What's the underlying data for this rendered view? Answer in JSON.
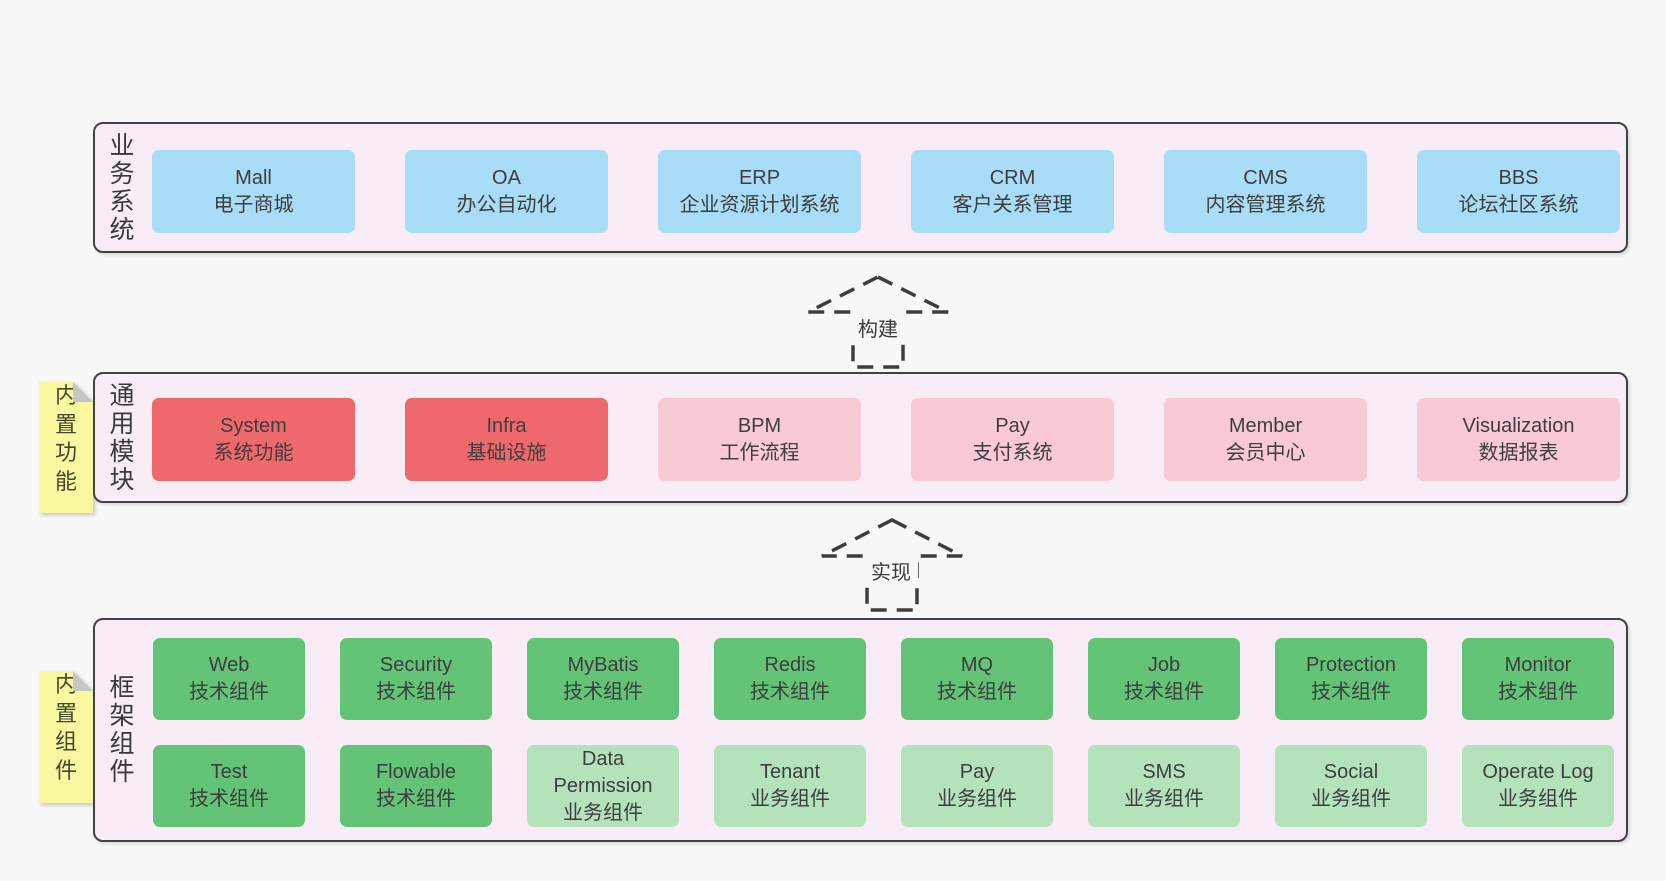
{
  "diagram": {
    "colors": {
      "page_bg": "#f8f8f8",
      "container_bg": "#f8edf6",
      "container_border": "#424242",
      "blue_box": "#a9dcf6",
      "red_box": "#ef686d",
      "pink_box": "#f9c9d4",
      "green_box": "#63c376",
      "light_green_box": "#b3e2bb",
      "sticky_note": "#f8f8a1",
      "note_fold": "#c6c6c6",
      "text": "#3e3e3e"
    }
  },
  "sections": {
    "business": {
      "label": "业务系统",
      "boxes": [
        {
          "title": "Mall",
          "subtitle": "电子商城"
        },
        {
          "title": "OA",
          "subtitle": "办公自动化"
        },
        {
          "title": "ERP",
          "subtitle": "企业资源计划系统"
        },
        {
          "title": "CRM",
          "subtitle": "客户关系管理"
        },
        {
          "title": "CMS",
          "subtitle": "内容管理系统"
        },
        {
          "title": "BBS",
          "subtitle": "论坛社区系统"
        }
      ]
    },
    "modules": {
      "label": "通用模块",
      "note": "内置功能",
      "boxes": [
        {
          "title": "System",
          "subtitle": "系统功能"
        },
        {
          "title": "Infra",
          "subtitle": "基础设施"
        },
        {
          "title": "BPM",
          "subtitle": "工作流程"
        },
        {
          "title": "Pay",
          "subtitle": "支付系统"
        },
        {
          "title": "Member",
          "subtitle": "会员中心"
        },
        {
          "title": "Visualization",
          "subtitle": "数据报表"
        }
      ]
    },
    "components": {
      "label": "框架组件",
      "note": "内置组件",
      "rows": [
        [
          {
            "title": "Web",
            "subtitle": "技术组件"
          },
          {
            "title": "Security",
            "subtitle": "技术组件"
          },
          {
            "title": "MyBatis",
            "subtitle": "技术组件"
          },
          {
            "title": "Redis",
            "subtitle": "技术组件"
          },
          {
            "title": "MQ",
            "subtitle": "技术组件"
          },
          {
            "title": "Job",
            "subtitle": "技术组件"
          },
          {
            "title": "Protection",
            "subtitle": "技术组件"
          },
          {
            "title": "Monitor",
            "subtitle": "技术组件"
          }
        ],
        [
          {
            "title": "Test",
            "subtitle": "技术组件"
          },
          {
            "title": "Flowable",
            "subtitle": "技术组件"
          },
          {
            "title": "Data Permission",
            "subtitle": "业务组件"
          },
          {
            "title": "Tenant",
            "subtitle": "业务组件"
          },
          {
            "title": "Pay",
            "subtitle": "业务组件"
          },
          {
            "title": "SMS",
            "subtitle": "业务组件"
          },
          {
            "title": "Social",
            "subtitle": "业务组件"
          },
          {
            "title": "Operate Log",
            "subtitle": "业务组件"
          }
        ]
      ]
    }
  },
  "arrows": {
    "build": {
      "label": "构建"
    },
    "implement": {
      "label": "实现"
    }
  }
}
